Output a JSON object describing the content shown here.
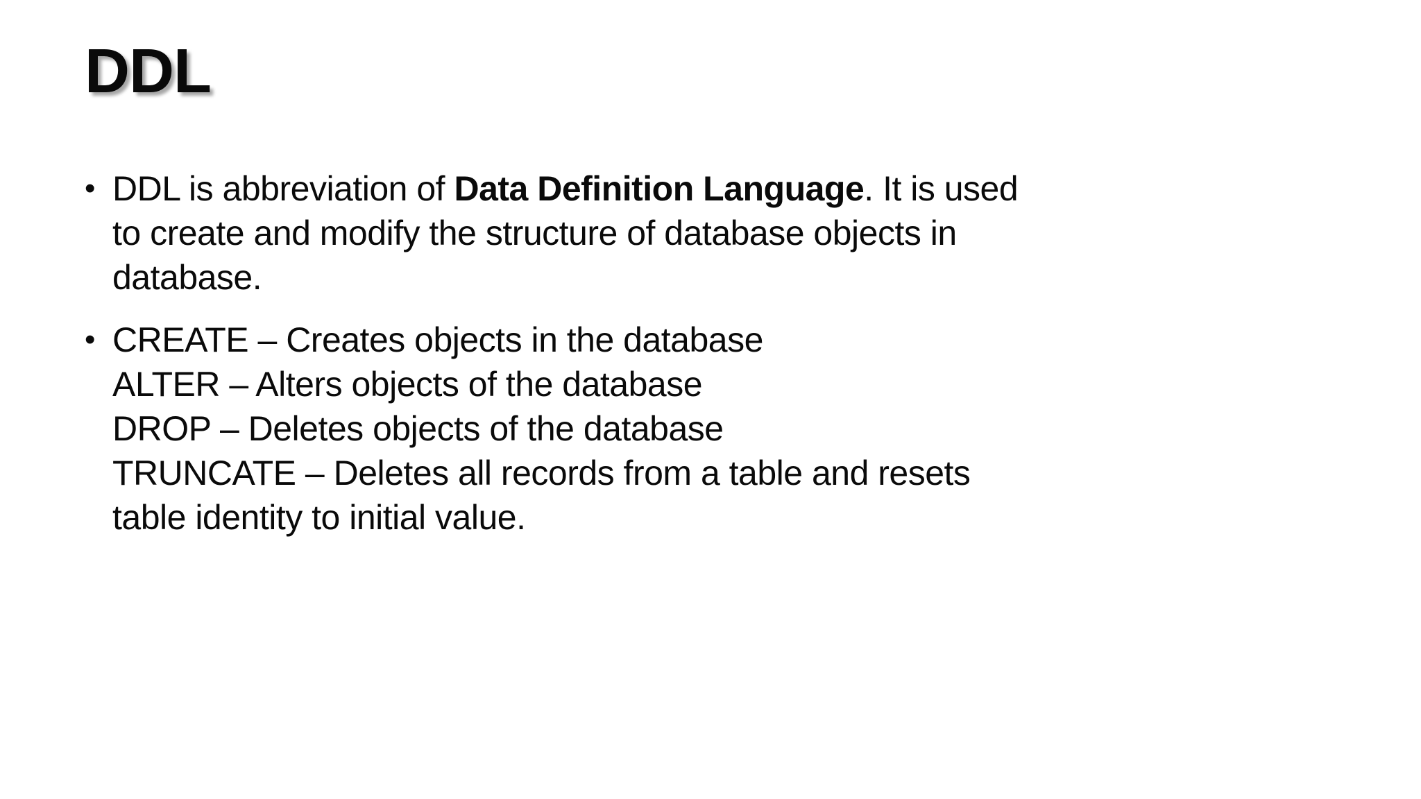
{
  "slide": {
    "background_color": "#ffffff",
    "text_color": "#0a0a0a",
    "title": "DDL",
    "bullets": [
      {
        "marker": "•",
        "line1_pre": "DDL is abbreviation of ",
        "line1_bold": "Data Definition Language",
        "line1_post": ". It is used",
        "line2": "to create and modify the structure of database objects in",
        "line3": "database."
      },
      {
        "marker": "•",
        "line1": "CREATE – Creates objects in the database",
        "line2": "ALTER – Alters objects of the database",
        "line3": "DROP – Deletes objects of the database",
        "line4": "TRUNCATE – Deletes all records from a table and resets",
        "line5": "table identity to initial value."
      }
    ]
  }
}
